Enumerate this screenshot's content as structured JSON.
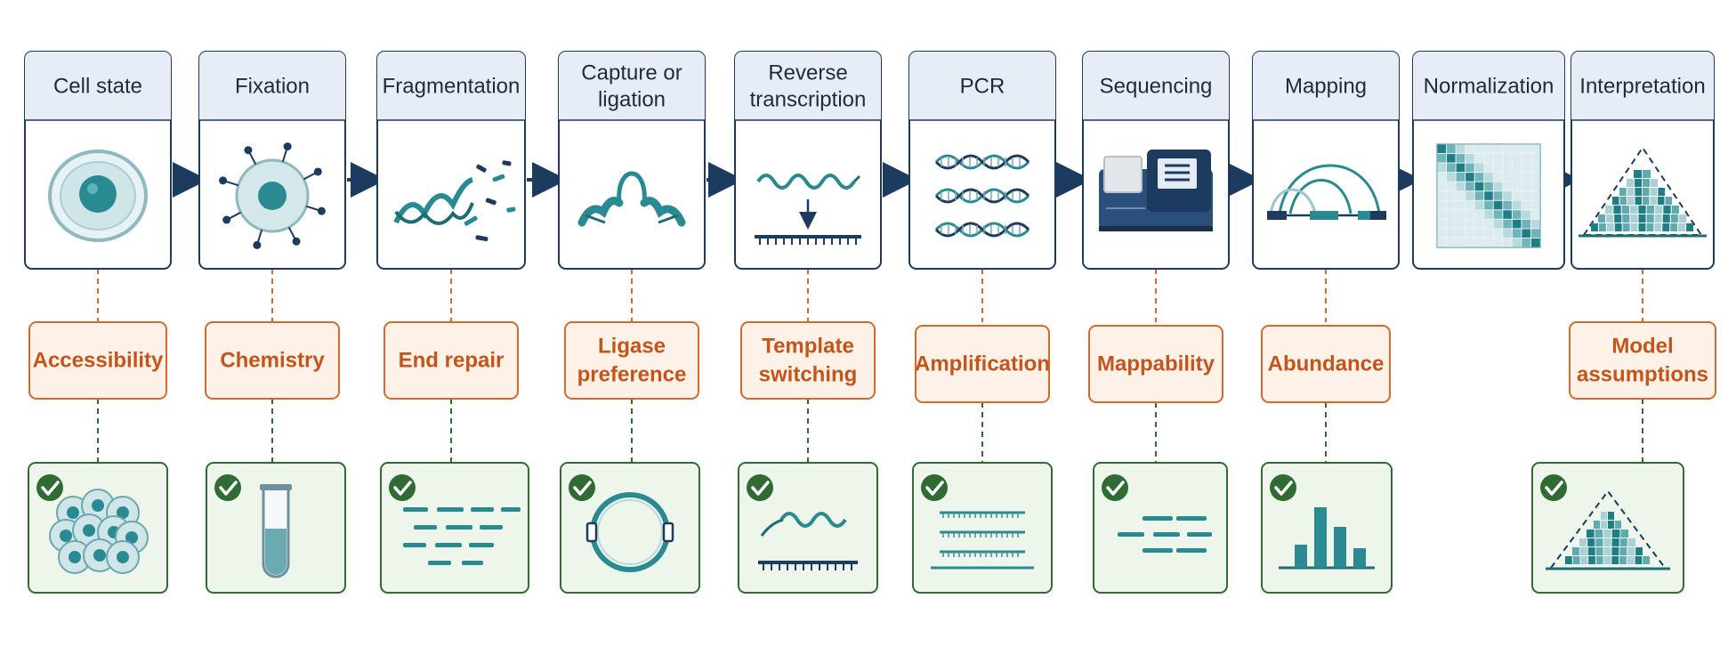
{
  "stages": [
    {
      "id": "cell-state",
      "title": [
        "Cell state"
      ],
      "bias": [
        "Accessibility"
      ]
    },
    {
      "id": "fixation",
      "title": [
        "Fixation"
      ],
      "bias": [
        "Chemistry"
      ]
    },
    {
      "id": "fragmentation",
      "title": [
        "Fragmentation"
      ],
      "bias": [
        "End repair"
      ]
    },
    {
      "id": "capture-ligation",
      "title": [
        "Capture or",
        "ligation"
      ],
      "bias": [
        "Ligase",
        "preference"
      ]
    },
    {
      "id": "reverse-transcription",
      "title": [
        "Reverse",
        "transcription"
      ],
      "bias": [
        "Template",
        "switching"
      ]
    },
    {
      "id": "pcr",
      "title": [
        "PCR"
      ],
      "bias": [
        "Amplification"
      ]
    },
    {
      "id": "sequencing",
      "title": [
        "Sequencing"
      ],
      "bias": [
        "Mappability"
      ]
    },
    {
      "id": "mapping",
      "title": [
        "Mapping"
      ],
      "bias": [
        "Abundance"
      ]
    },
    {
      "id": "normalization",
      "title": [
        "Normalization"
      ],
      "bias": []
    },
    {
      "id": "interpretation",
      "title": [
        "Interpretation"
      ],
      "bias": [
        "Model",
        "assumptions"
      ]
    }
  ],
  "colors": {
    "navy": "#1d3a5f",
    "teal": "#2a8a92",
    "header_fill": "#e7edf7",
    "bias_orange": "#c4541a",
    "bias_fill": "#fdf1e8",
    "correction_green": "#2f6b33",
    "correction_fill": "#eef5ea"
  },
  "icons": {
    "stage": [
      "cell-icon",
      "fixed-cell-icon",
      "dna-fragments-icon",
      "ligation-loop-icon",
      "rt-strand-icon",
      "dna-helix-icon",
      "sequencer-icon",
      "read-arcs-icon",
      "heatmap-matrix-icon",
      "peak-triangle-icon"
    ],
    "correction": [
      "cell-cluster-icon",
      "test-tube-icon",
      "fragment-dashes-icon",
      "circular-dna-icon",
      "rt-template-icon",
      "amplicon-strands-icon",
      "mapped-reads-icon",
      "bar-histogram-icon",
      null,
      "corrected-peak-icon"
    ],
    "check": "check-circle-icon",
    "flow_arrow": "arrow-right-icon"
  }
}
